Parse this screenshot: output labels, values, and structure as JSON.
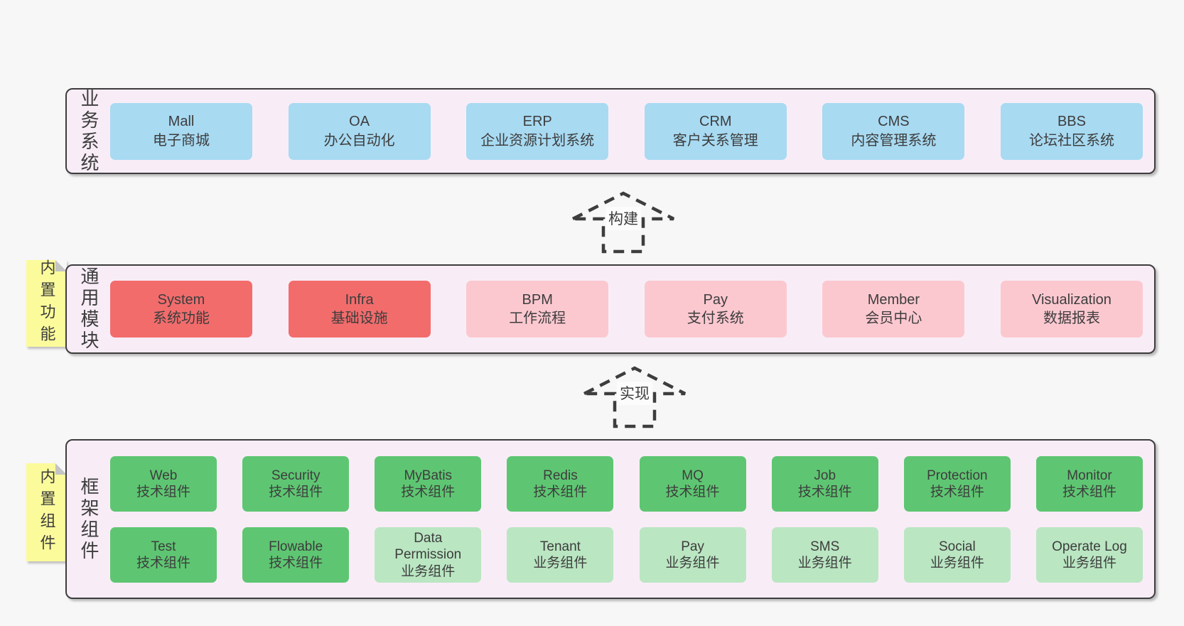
{
  "diagram": {
    "layers": [
      {
        "label_vertical": "业务系统",
        "boxes": [
          {
            "title": "Mall",
            "subtitle": "电子商城"
          },
          {
            "title": "OA",
            "subtitle": "办公自动化"
          },
          {
            "title": "ERP",
            "subtitle": "企业资源计划系统"
          },
          {
            "title": "CRM",
            "subtitle": "客户关系管理"
          },
          {
            "title": "CMS",
            "subtitle": "内容管理系统"
          },
          {
            "title": "BBS",
            "subtitle": "论坛社区系统"
          }
        ]
      },
      {
        "sticky_label": "内置功能",
        "label_vertical": "通用模块",
        "boxes": [
          {
            "title": "System",
            "subtitle": "系统功能"
          },
          {
            "title": "Infra",
            "subtitle": "基础设施"
          },
          {
            "title": "BPM",
            "subtitle": "工作流程"
          },
          {
            "title": "Pay",
            "subtitle": "支付系统"
          },
          {
            "title": "Member",
            "subtitle": "会员中心"
          },
          {
            "title": "Visualization",
            "subtitle": "数据报表"
          }
        ]
      },
      {
        "sticky_label": "内置组件",
        "label_vertical": "框架组件",
        "rows": [
          {
            "boxes": [
              {
                "title": "Web",
                "subtitle": "技术组件"
              },
              {
                "title": "Security",
                "subtitle": "技术组件"
              },
              {
                "title": "MyBatis",
                "subtitle": "技术组件"
              },
              {
                "title": "Redis",
                "subtitle": "技术组件"
              },
              {
                "title": "MQ",
                "subtitle": "技术组件"
              },
              {
                "title": "Job",
                "subtitle": "技术组件"
              },
              {
                "title": "Protection",
                "subtitle": "技术组件"
              },
              {
                "title": "Monitor",
                "subtitle": "技术组件"
              }
            ]
          },
          {
            "boxes": [
              {
                "title": "Test",
                "subtitle": "技术组件"
              },
              {
                "title": "Flowable",
                "subtitle": "技术组件"
              },
              {
                "title": "Data Permission",
                "subtitle": "业务组件"
              },
              {
                "title": "Tenant",
                "subtitle": "业务组件"
              },
              {
                "title": "Pay",
                "subtitle": "业务组件"
              },
              {
                "title": "SMS",
                "subtitle": "业务组件"
              },
              {
                "title": "Social",
                "subtitle": "业务组件"
              },
              {
                "title": "Operate Log",
                "subtitle": "业务组件"
              }
            ]
          }
        ]
      }
    ],
    "arrows": [
      {
        "label": "构建"
      },
      {
        "label": "实现"
      }
    ],
    "colors": {
      "page_bg": "#f7f7f7",
      "panel_bg": "#f8edf7",
      "panel_border": "#3d3d3d",
      "blue_box": "#a8daf2",
      "red_box": "#f26c6c",
      "pink_box": "#fcc8d0",
      "green_dark_box": "#5ec672",
      "green_light_box": "#bae6c2",
      "sticky_yellow": "#fbfb9c",
      "text": "#3d3d3d"
    }
  }
}
